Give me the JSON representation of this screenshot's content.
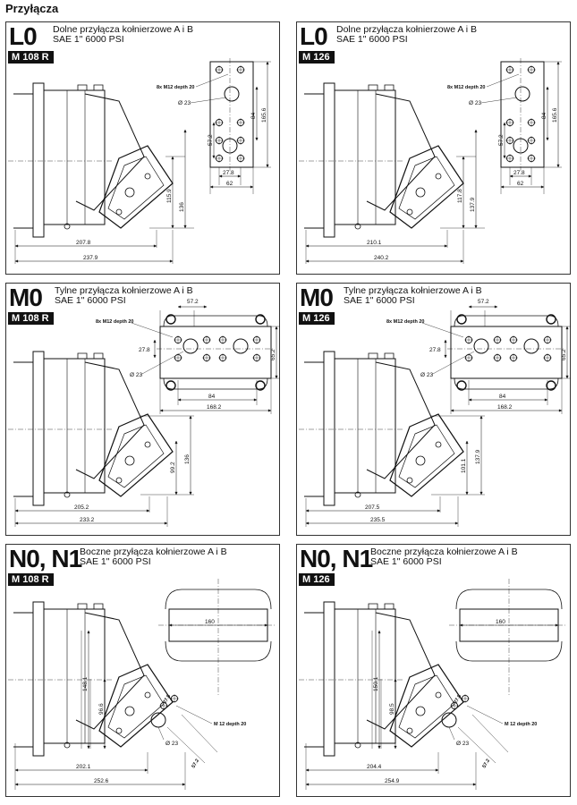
{
  "page_title": "Przyłącza",
  "panels": [
    {
      "code": "L0",
      "line1": "Dolne przyłącza kołnierzowe A i B",
      "line2": "SAE 1\" 6000 PSI",
      "model": "M 108 R",
      "kind": "lo",
      "dims": {
        "d1": "207.8",
        "d2": "237.9",
        "h1": "115.9",
        "h2": "136",
        "f1": "84",
        "f2": "165.6",
        "f3": "57.2",
        "f4": "27.8",
        "f5": "62",
        "holes": "8x M12 depth 20",
        "phi": "Ø 23"
      }
    },
    {
      "code": "L0",
      "line1": "Dolne przyłącza kołnierzowe A i B",
      "line2": "SAE 1\" 6000 PSI",
      "model": "M 126",
      "kind": "lo",
      "dims": {
        "d1": "210.1",
        "d2": "240.2",
        "h1": "117.8",
        "h2": "137.9",
        "f1": "84",
        "f2": "165.6",
        "f3": "57.2",
        "f4": "27.8",
        "f5": "62",
        "holes": "8x M12 depth 20",
        "phi": "Ø 23"
      }
    },
    {
      "code": "M0",
      "line1": "Tylne przyłącza kołnierzowe A i B",
      "line2": "SAE 1\" 6000 PSI",
      "model": "M 108 R",
      "kind": "mo",
      "dims": {
        "d1": "205.2",
        "d2": "233.2",
        "h1": "99.2",
        "h2": "136",
        "f1": "84",
        "f2": "168.2",
        "f3": "57.2",
        "f4": "27.8",
        "f5": "65.2",
        "holes": "8x M12 depth 20",
        "phi": "Ø 23"
      }
    },
    {
      "code": "M0",
      "line1": "Tylne przyłącza kołnierzowe A i B",
      "line2": "SAE 1\" 6000 PSI",
      "model": "M 126",
      "kind": "mo",
      "dims": {
        "d1": "207.5",
        "d2": "235.5",
        "h1": "101.1",
        "h2": "137.9",
        "f1": "84",
        "f2": "168.2",
        "f3": "57.2",
        "f4": "27.8",
        "f5": "65.2",
        "holes": "8x M12 depth 20",
        "phi": "Ø 23"
      }
    },
    {
      "code": "N0, N1",
      "line1": "Boczne przyłącza kołnierzowe A i B",
      "line2": "SAE 1\" 6000 PSI",
      "model": "M 108 R",
      "kind": "no",
      "dims": {
        "d1": "202.1",
        "d2": "252.6",
        "h1": "148.1",
        "h2": "96.6",
        "f1": "160",
        "f3": "57.2",
        "f4": "27.8",
        "holes": "M 12 depth 20",
        "phi": "Ø 23"
      }
    },
    {
      "code": "N0, N1",
      "line1": "Boczne przyłącza kołnierzowe A i B",
      "line2": "SAE 1\" 6000 PSI",
      "model": "M 126",
      "kind": "no",
      "dims": {
        "d1": "204.4",
        "d2": "254.9",
        "h1": "150.1",
        "h2": "98.5",
        "f1": "160",
        "f3": "57.2",
        "f4": "27.8",
        "holes": "M 12 depth 20",
        "phi": "Ø 23"
      }
    }
  ]
}
